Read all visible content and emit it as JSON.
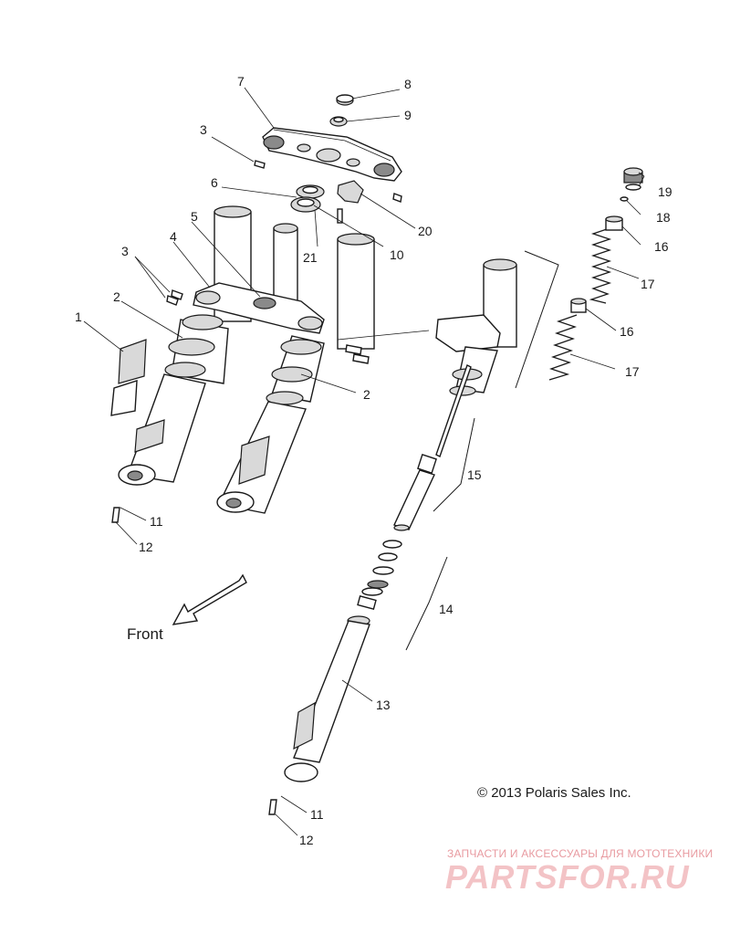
{
  "callouts": {
    "c1": "1",
    "c2a": "2",
    "c2b": "2",
    "c3a": "3",
    "c3b": "3",
    "c4": "4",
    "c5": "5",
    "c6": "6",
    "c7": "7",
    "c8": "8",
    "c9": "9",
    "c10": "10",
    "c11a": "11",
    "c11b": "11",
    "c12a": "12",
    "c12b": "12",
    "c13": "13",
    "c14": "14",
    "c15": "15",
    "c16a": "16",
    "c16b": "16",
    "c17a": "17",
    "c17b": "17",
    "c18": "18",
    "c19": "19",
    "c20": "20",
    "c21": "21"
  },
  "front_label": "Front",
  "copyright": "© 2013 Polaris Sales Inc.",
  "watermark": {
    "tagline": "ЗАПЧАСТИ И АКСЕССУАРЫ ДЛЯ МОТОТЕХНИКИ",
    "logo": "PARTSFOR.RU"
  }
}
